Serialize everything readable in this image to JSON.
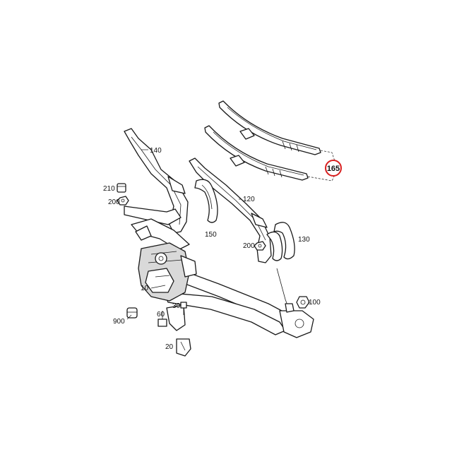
{
  "colors": {
    "highlight": "#d81e1e",
    "line": "#1a1a1a"
  },
  "callouts": {
    "c10": "10",
    "c20": "20",
    "c30": "30",
    "c60": "60",
    "c100": "100",
    "c120": "120",
    "c130": "130",
    "c140": "140",
    "c150": "150",
    "c165": "165",
    "c200_left": "200",
    "c200_right": "200",
    "c210": "210",
    "c900": "900"
  }
}
